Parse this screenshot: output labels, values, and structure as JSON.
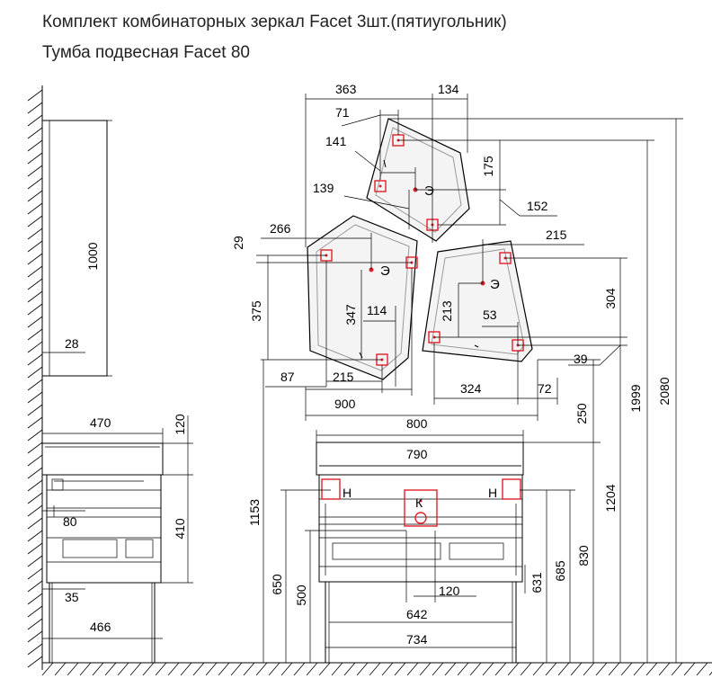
{
  "title_line1": "Комплект комбинаторных зеркал Facet  3шт.(пятиугольник)",
  "title_line2": "Тумба подвесная Facet 80",
  "dims": {
    "d1000": "1000",
    "d28": "28",
    "d470": "470",
    "d120a": "120",
    "d410": "410",
    "d80": "80",
    "d35": "35",
    "d466": "466",
    "d363": "363",
    "d134": "134",
    "d71": "71",
    "d141": "141",
    "d139": "139",
    "d175": "175",
    "d152": "152",
    "d266": "266",
    "d29": "29",
    "d375": "375",
    "d347": "347",
    "d114": "114",
    "d87": "87",
    "d215a": "215",
    "d900": "900",
    "d215b": "215",
    "d304": "304",
    "d213": "213",
    "d53": "53",
    "d39": "39",
    "d324": "324",
    "d72": "72",
    "d250": "250",
    "d1999": "1999",
    "d2080": "2080",
    "d800": "800",
    "d790": "790",
    "d1204": "1204",
    "d1153": "1153",
    "d650": "650",
    "d500": "500",
    "d120b": "120",
    "d642": "642",
    "d734": "734",
    "d631": "631",
    "d685": "685",
    "d830": "830"
  },
  "symbols": {
    "socket": "Э",
    "drain": "К",
    "hot": "Н"
  }
}
